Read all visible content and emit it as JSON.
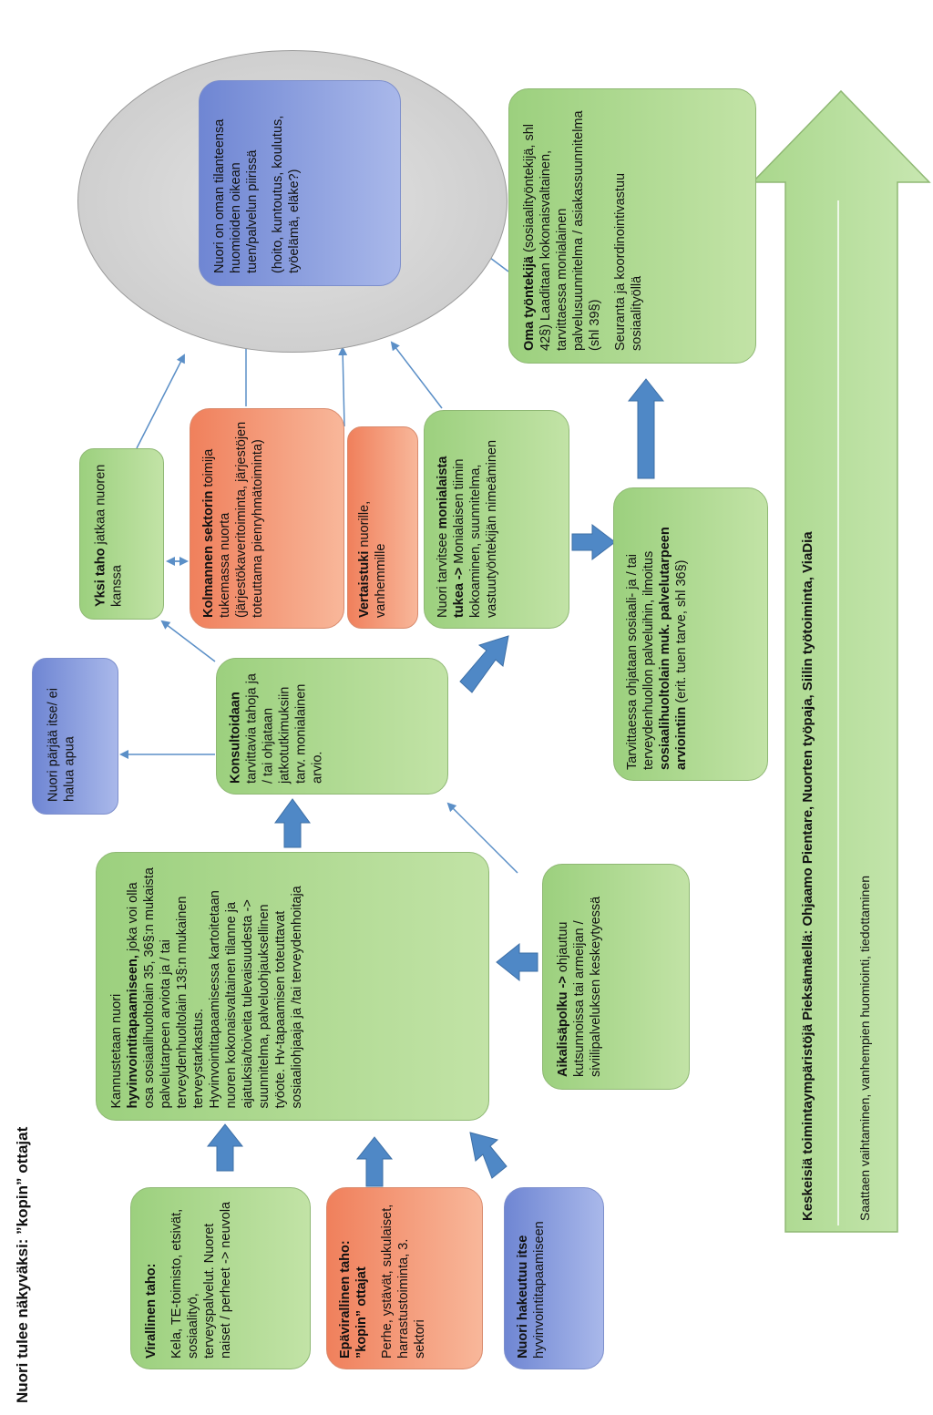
{
  "title": "Nuori tulee näkyväksi: ”kopin” ottajat",
  "boxes": {
    "virallinen": {
      "bold": "Virallinen taho:",
      "text": "Kela, TE-toimisto, etsivät, sosiaalityö, terveyspalvelut. Nuoret naiset / perheet -> neuvola"
    },
    "epavirallinen": {
      "bold": "Epävirallinen taho: ”kopin” ottajat",
      "text": "Perhe, ystävät, sukulaiset, harrastustoiminta, 3. sektori"
    },
    "hakeutuu": {
      "bold": "Nuori hakeutuu itse",
      "text": "hyvinvointitapaamiseen"
    },
    "kannustetaan": {
      "pre": "Kannustetaan nuori ",
      "bold": "hyvinvointitapaamiseen,",
      "text": "joka voi olla osa sosiaalihuoltolain 35, 36§:n mukaista palvelutarpeen arviota ja / tai terveydenhuoltolain 13§:n mukainen terveystarkastus. Hyvinvointitapaamisessa kartoitetaan nuoren kokonaisvaltainen tilanne ja ajatuksia/toiveita tulevaisuudesta -> suunnitelma, palveluohjauksellinen työote. Hv-tapaamisen toteuttavat sosiaaliohjaaja ja /tai terveydenhoitaja"
    },
    "aikalisa": {
      "bold": "Aikalisäpolku ->",
      "text": "ohjautuu kutsunnoissa tai armeijan / siviilipalveluksen keskeytyessä"
    },
    "parjaa": {
      "text": "Nuori pärjää itse/ ei halua apua"
    },
    "konsultoidaan": {
      "bold": "Konsultoidaan",
      "text": "tarvittavia tahoja ja / tai ohjataan jatkotutkimuksiin tarv. monialainen arvio."
    },
    "yksitaho": {
      "bold": "Yksi taho",
      "text": "jatkaa nuoren kanssa"
    },
    "kolmas": {
      "bold": "Kolmannen sektorin",
      "text": "toimija tukemassa nuorta (järjestökaveritoiminta, järjestöjen toteuttama pienryhmätoiminta)"
    },
    "vertaistuki": {
      "bold": "Vertaistuki",
      "text": "nuorille, vanhemmille"
    },
    "monialaista": {
      "pre": "Nuori tarvitsee ",
      "bold": "monialaista tukea ->",
      "text": "Monialaisen tiimin kokoaminen, suunnitelma, vastuutyöntekijän nimeäminen"
    },
    "tarvittaessa": {
      "pre": "Tarvittaessa ohjataan sosiaali- ja / tai terveydenhuollon palveluihin, ilmoitus ",
      "bold": "sosiaalihuoltolain muk. palvelutarpeen arviointiin",
      "text": "(erit. tuen tarve, shl 36§)"
    },
    "omatyontekija": {
      "bold": "Oma työntekijä",
      "text": "(sosiaalityöntekijä, shl 42§) Laaditaan kokonaisvaltainen, tarvittaessa monialainen palvelusuunnitelma / asiakassuunnitelma (shl 39§)",
      "text2": "Seuranta ja koordinointivastuu sosiaalityöllä"
    },
    "goal": {
      "text": "Nuori on oman tilanteensa huomioiden oikean tuen/palvelun piirissä",
      "text2": "(hoito, kuntoutus, koulutus, työelämä, eläke?)"
    }
  },
  "bigarrow": {
    "title": "Keskeisiä toimintaympäristöjä Pieksämäellä: Ohjaamo Pientare, Nuorten työpaja, Siilin työtoiminta, ViaDia",
    "subtitle": "Saattaen vaihtaminen, vanhempien huomiointi, tiedottaminen"
  },
  "colors": {
    "green": "#a9d78c",
    "orange": "#f39a78",
    "blue": "#8ea0e0",
    "connector": "#5b8fc7",
    "blockArrow": "#4f88c6"
  }
}
